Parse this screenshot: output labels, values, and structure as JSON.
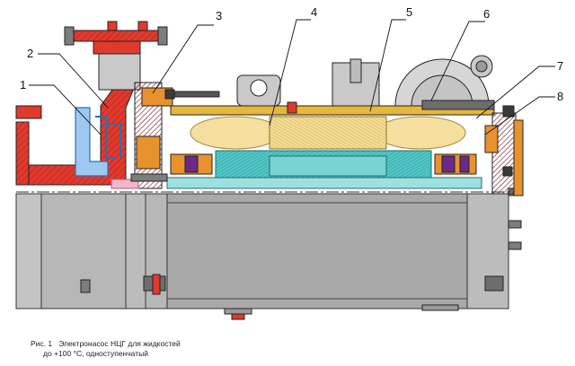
{
  "figure": {
    "callouts": [
      "1",
      "2",
      "3",
      "4",
      "5",
      "6",
      "7",
      "8"
    ],
    "caption": {
      "prefix": "Рис. 1",
      "line1": "Электронасос НЦГ для жидкостей",
      "line2": "до +100 °С, одноступенчатый"
    }
  },
  "colors": {
    "casing": "#e03a2e",
    "shaft_gray": "#b9b9b9",
    "dark_gray": "#7d7d7d",
    "flange_dark": "#8a1a24",
    "orange": "#e8922e",
    "stator_yellow": "#f2d98a",
    "stator_teal": "#4cc3c3",
    "bearing_purple": "#6b2a8a",
    "impeller_blue": "#3a7fd0",
    "pink": "#f2b6c8"
  },
  "icons": [
    "motor-housing",
    "pump-casing",
    "impeller",
    "bearing"
  ]
}
